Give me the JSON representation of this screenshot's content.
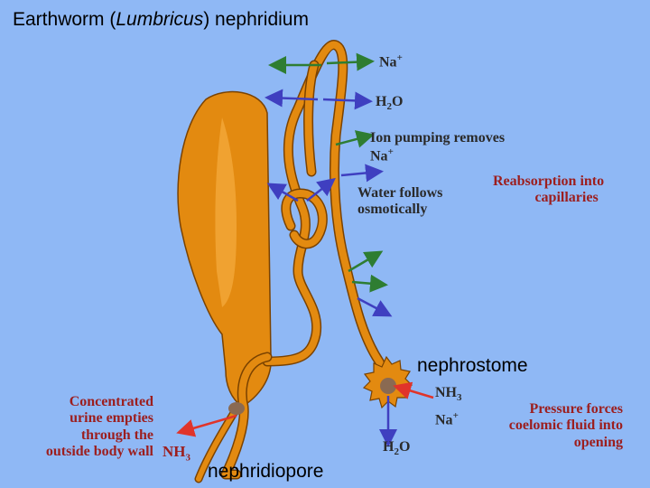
{
  "title": {
    "prefix": "Earthworm (",
    "genus": "Lumbricus",
    "suffix": ") nephridium"
  },
  "labels": {
    "na_top_base": "Na",
    "na_top_sup": "+",
    "h2o_top_h": "H",
    "h2o_top_2": "2",
    "h2o_top_o": "O",
    "ion_pumping_line1": "Ion pumping removes",
    "ion_pumping_base": "Na",
    "ion_pumping_sup": "+",
    "water_follows_line1": "Water follows",
    "water_follows_line2": "osmotically",
    "reabsorption_line1": "Reabsorption into",
    "reabsorption_line2": "capillaries",
    "nephrostome": "nephrostome",
    "nh3_right_base": "NH",
    "nh3_right_sub": "3",
    "na_right_base": "Na",
    "na_right_sup": "+",
    "h2o_bottom_h": "H",
    "h2o_bottom_2": "2",
    "h2o_bottom_o": "O",
    "pressure_line1": "Pressure forces",
    "pressure_line2": "coelomic fluid into",
    "pressure_line3": "opening",
    "concentrated_line1": "Concentrated",
    "concentrated_line2": "urine empties",
    "concentrated_line3": "through the",
    "concentrated_line4": "outside body wall",
    "nh3_left_base": "NH",
    "nh3_left_sub": "3",
    "nephridiopore": "nephridiopore"
  },
  "colors": {
    "background": "#8fb8f5",
    "tubule": "#e38a10",
    "tubule_outline": "#7a4200",
    "arrow_green": "#2e7d32",
    "arrow_blue": "#3f3fc0",
    "arrow_red": "#e0342a",
    "text_red": "#9c1e1e"
  }
}
